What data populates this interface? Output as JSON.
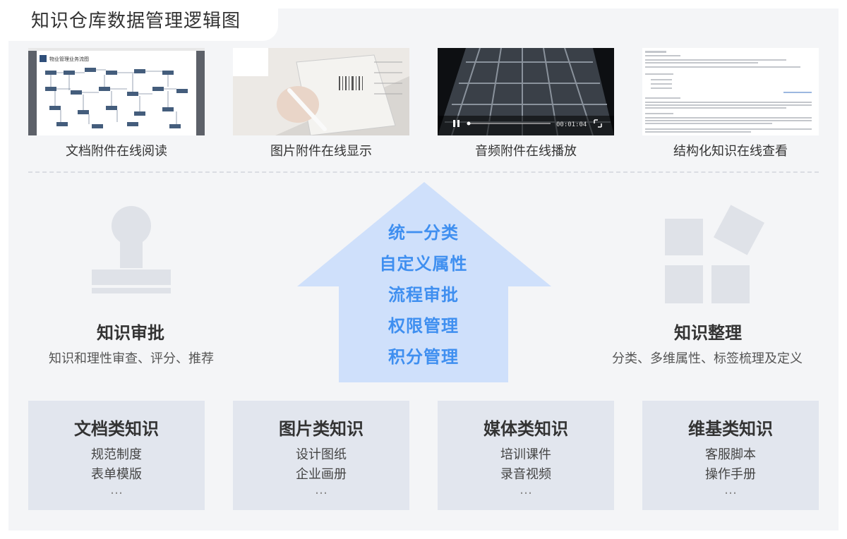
{
  "title": "知识仓库数据管理逻辑图",
  "top_items": [
    {
      "label": "文档附件在线阅读",
      "icon": "flowchart-thumbnail",
      "inner_title": "物业管理业务流图"
    },
    {
      "label": "图片附件在线显示",
      "icon": "photo-thumbnail"
    },
    {
      "label": "音频附件在线播放",
      "icon": "video-player-thumbnail",
      "time": "00:01:04"
    },
    {
      "label": "结构化知识在线查看",
      "icon": "document-thumbnail"
    }
  ],
  "left_feature": {
    "title": "知识审批",
    "desc": "知识和理性审查、评分、推荐",
    "icon": "stamp-icon"
  },
  "right_feature": {
    "title": "知识整理",
    "desc": "分类、多维属性、标签梳理及定义",
    "icon": "blocks-icon"
  },
  "center_arrow": {
    "items": [
      "统一分类",
      "自定义属性",
      "流程审批",
      "权限管理",
      "积分管理"
    ]
  },
  "categories": [
    {
      "title": "文档类知识",
      "items": [
        "规范制度",
        "表单模版",
        "…"
      ]
    },
    {
      "title": "图片类知识",
      "items": [
        "设计图纸",
        "企业画册",
        "…"
      ]
    },
    {
      "title": "媒体类知识",
      "items": [
        "培训课件",
        "录音视频",
        "…"
      ]
    },
    {
      "title": "维基类知识",
      "items": [
        "客服脚本",
        "操作手册",
        "…"
      ]
    }
  ],
  "colors": {
    "panel": "#f4f5f7",
    "arrow": "#cfe0fb",
    "arrow_text": "#3f8ff0",
    "card": "#e2e6ee",
    "icon_gray": "#dfe2e8"
  }
}
